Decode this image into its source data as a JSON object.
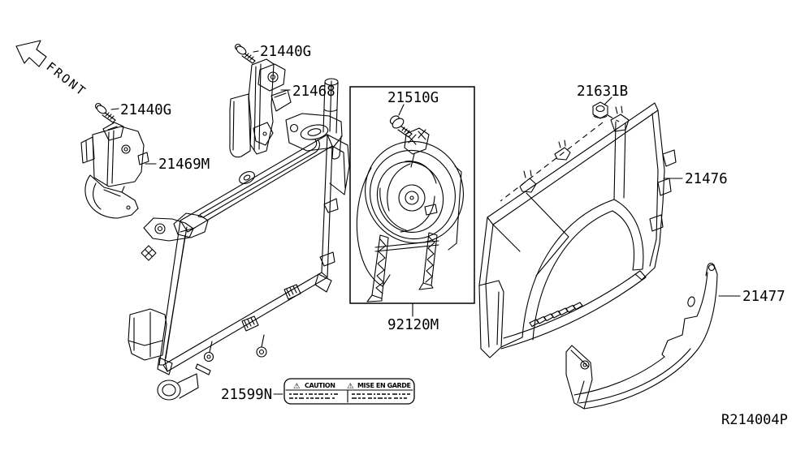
{
  "diagram": {
    "front_indicator": "FRONT",
    "reference_code": "R214004P"
  },
  "part_labels": {
    "screw_left": "21440G",
    "screw_top": "21440G",
    "bracket_top": "21468",
    "bracket_left": "21469M",
    "fan_bolt": "21510G",
    "fan_motor_assembly": "92120M",
    "shroud_nut": "21631B",
    "fan_shroud_upper": "21476",
    "air_guide_lower": "21477",
    "caution_plate": "21599N"
  },
  "caution_plate": {
    "warning_symbol": "⚠",
    "english_title": "CAUTION",
    "french_title": "MISE EN GARDE"
  },
  "colors": {
    "line": "#000000",
    "background": "#ffffff"
  }
}
